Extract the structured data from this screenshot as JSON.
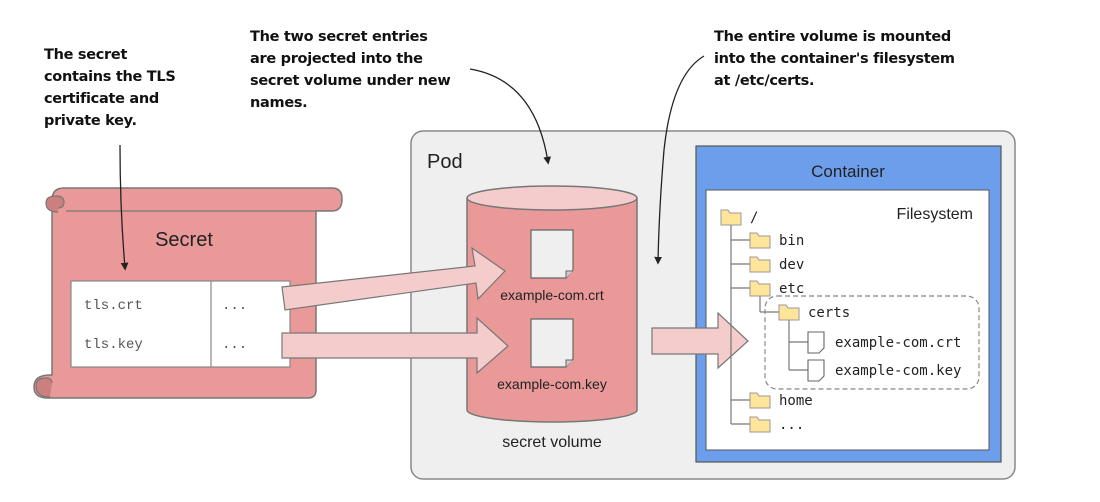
{
  "annotations": {
    "secret_note": [
      "The secret",
      "contains the TLS",
      "certificate and",
      "private key."
    ],
    "projection_note": [
      "The two secret entries",
      "are projected into the",
      "secret volume under new",
      "names."
    ],
    "mount_note": [
      "The entire volume is mounted",
      "into the container's filesystem",
      "at /etc/certs."
    ]
  },
  "secret": {
    "title": "Secret",
    "entries": [
      {
        "key": "tls.crt",
        "value": "..."
      },
      {
        "key": "tls.key",
        "value": "..."
      }
    ]
  },
  "pod": {
    "title": "Pod",
    "volume": {
      "label": "secret volume",
      "files": [
        "example-com.crt",
        "example-com.key"
      ]
    }
  },
  "container": {
    "title": "Container",
    "filesystem": {
      "title": "Filesystem",
      "root": "/",
      "dirs": [
        "bin",
        "dev",
        "etc",
        "home",
        "..."
      ],
      "subdir": "certs",
      "files": [
        "example-com.crt",
        "example-com.key"
      ]
    }
  },
  "colors": {
    "secret_fill": "#ea9999",
    "arrow_fill": "#f4cccc",
    "pod_fill": "#efefef",
    "container_fill": "#6d9eeb",
    "folder_fill": "#ffe599"
  }
}
